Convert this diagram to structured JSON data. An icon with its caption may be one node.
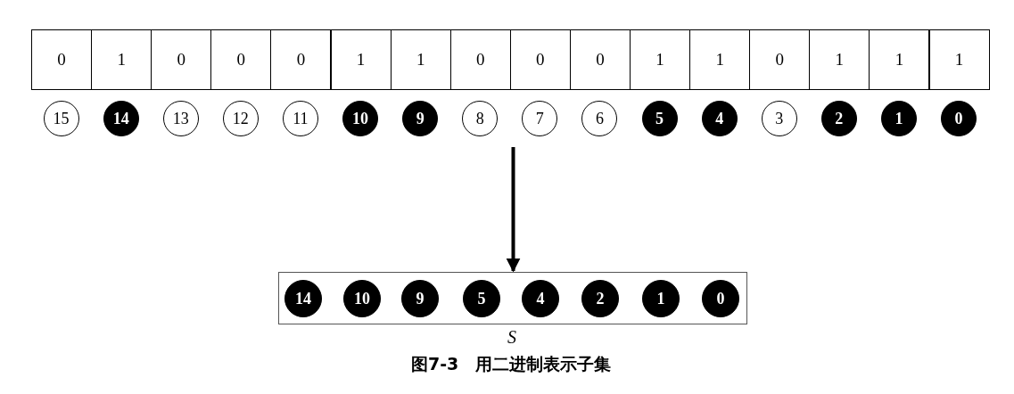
{
  "diagram": {
    "caption": "图7-3　用二进制表示子集",
    "nodes": [
      {
        "text": [
          "0"
        ]
      },
      {
        "text": [
          "1"
        ]
      },
      {
        "text": [
          "0"
        ]
      },
      {
        "text": [
          "0"
        ]
      },
      {
        "text": [
          "0"
        ]
      },
      {
        "text": [
          "1"
        ]
      },
      {
        "text": [
          "1"
        ]
      },
      {
        "text": [
          "0"
        ]
      },
      {
        "text": [
          "0"
        ]
      },
      {
        "text": [
          "0"
        ]
      },
      {
        "text": [
          "1"
        ]
      },
      {
        "text": [
          "1"
        ]
      },
      {
        "text": [
          "0"
        ]
      },
      {
        "text": [
          "1"
        ]
      },
      {
        "text": [
          "1"
        ]
      },
      {
        "text": [
          "1"
        ]
      },
      {
        "text": [
          "15"
        ]
      },
      {
        "text": [
          "14"
        ]
      },
      {
        "text": [
          "13"
        ]
      },
      {
        "text": [
          "12"
        ]
      },
      {
        "text": [
          "11"
        ]
      },
      {
        "text": [
          "10"
        ]
      },
      {
        "text": [
          "9"
        ]
      },
      {
        "text": [
          "8"
        ]
      },
      {
        "text": [
          "7"
        ]
      },
      {
        "text": [
          "6"
        ]
      },
      {
        "text": [
          "5"
        ]
      },
      {
        "text": [
          "4"
        ]
      },
      {
        "text": [
          "3"
        ]
      },
      {
        "text": [
          "2"
        ]
      },
      {
        "text": [
          "1"
        ]
      },
      {
        "text": [
          "0"
        ]
      },
      {
        "text": [
          "S"
        ]
      },
      {
        "text": [
          "14"
        ],
        "in": 32
      },
      {
        "text": [
          "10"
        ],
        "in": 32
      },
      {
        "text": [
          "9"
        ],
        "in": 32
      },
      {
        "text": [
          "5"
        ],
        "in": 32
      },
      {
        "text": [
          "4"
        ],
        "in": 32
      },
      {
        "text": [
          "2"
        ],
        "in": 32
      },
      {
        "text": [
          "1"
        ],
        "in": 32
      },
      {
        "text": [
          "0"
        ],
        "in": 32
      }
    ],
    "edges": [
      {
        "from": null,
        "to": 32,
        "arrow": "to"
      }
    ]
  }
}
